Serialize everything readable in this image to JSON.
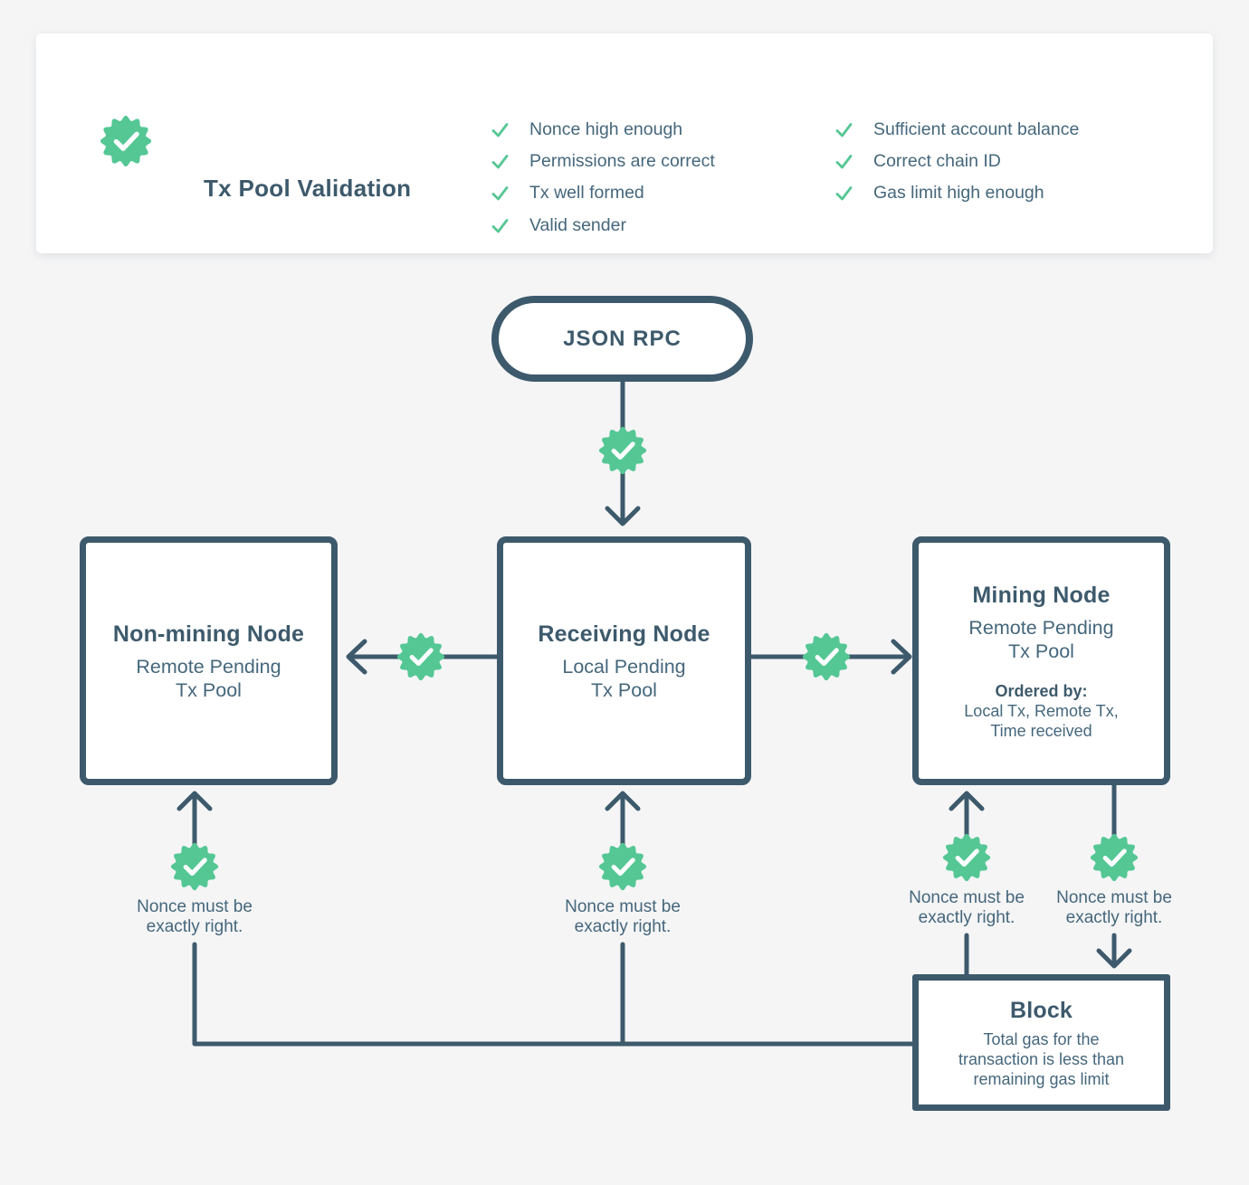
{
  "colors": {
    "background": "#f5f5f6",
    "card_background": "#ffffff",
    "outline_slate": "#3d5a6c",
    "body_text": "#45677c",
    "accent_green": "#54c794"
  },
  "validation_card": {
    "title": "Tx Pool Validation",
    "badge_icon": "check-seal-icon",
    "checklist_col1": [
      "Nonce high enough",
      "Permissions are correct",
      "Tx well formed",
      "Valid sender"
    ],
    "checklist_col2": [
      "Sufficient account balance",
      "Correct chain ID",
      "Gas limit high enough"
    ]
  },
  "flowchart": {
    "json_rpc_label": "JSON RPC",
    "non_mining": {
      "title": "Non-mining Node",
      "subtitle": [
        "Remote Pending",
        "Tx Pool"
      ]
    },
    "receiving": {
      "title": "Receiving Node",
      "subtitle": [
        "Local Pending",
        "Tx Pool"
      ]
    },
    "mining": {
      "title": "Mining Node",
      "subtitle": [
        "Remote Pending",
        "Tx Pool"
      ],
      "ordered_by_label": "Ordered by:",
      "ordered_by": [
        "Local Tx, Remote Tx,",
        "Time received"
      ]
    },
    "block": {
      "title": "Block",
      "body": [
        "Total gas for the",
        "transaction is less than",
        "remaining gas limit"
      ]
    },
    "nonce_labels": [
      {
        "line1": "Nonce must be",
        "line2": "exactly right."
      },
      {
        "line1": "Nonce must be",
        "line2": "exactly right."
      },
      {
        "line1": "Nonce must be",
        "line2": "exactly right."
      },
      {
        "line1": "Nonce must be",
        "line2": "exactly right."
      }
    ]
  }
}
